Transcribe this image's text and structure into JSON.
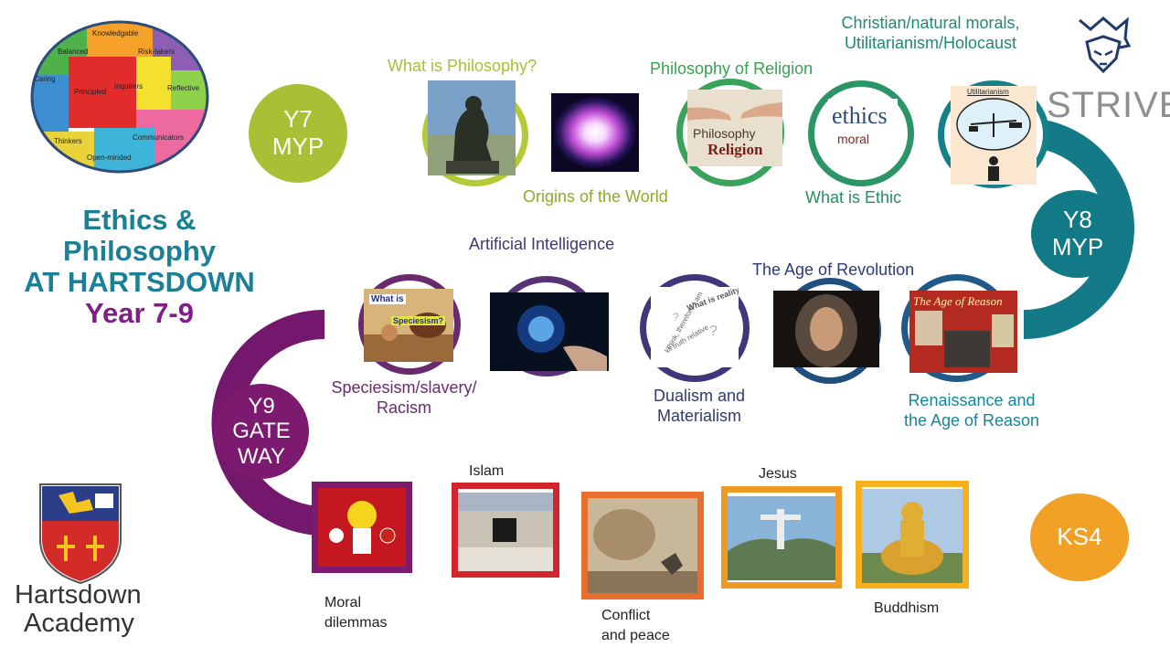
{
  "title": {
    "line1": "Ethics &",
    "line2": "Philosophy",
    "line3": "AT HARTSDOWN",
    "line4": "Year 7-9"
  },
  "stages": {
    "y7": {
      "line1": "Y7",
      "line2": "MYP"
    },
    "y8": {
      "line1": "Y8",
      "line2": "MYP"
    },
    "y9": {
      "line1": "Y9",
      "line2": "GATE",
      "line3": "WAY"
    },
    "ks4": {
      "line1": "KS4"
    }
  },
  "topics": {
    "philosophy": "What is Philosophy?",
    "origins": "Origins of the World",
    "religion": "Philosophy of Religion",
    "ethic": "What is Ethic",
    "morals_line1": "Christian/natural morals,",
    "morals_line2": "Utilitarianism/Holocaust",
    "ai": "Artificial Intelligence",
    "revolution": "The Age of Revolution",
    "renaissance_line1": "Renaissance and",
    "renaissance_line2": "the Age of Reason",
    "dualism_line1": "Dualism and",
    "dualism_line2": "Materialism",
    "speciesism_line1": "Speciesism/slavery/",
    "speciesism_line2": "Racism",
    "moral_line1": "Moral",
    "moral_line2": "dilemmas",
    "islam": "Islam",
    "conflict_line1": "Conflict",
    "conflict_line2": "and peace",
    "jesus": "Jesus",
    "buddhism": "Buddhism"
  },
  "image_text": {
    "philosophy_religion_line1": "Philosophy",
    "philosophy_religion_line2": "Religion",
    "ethics_word": "ethics",
    "ethics_small": "moral",
    "utilitarianism": "Utilitarianism",
    "speciesism_line1": "What is",
    "speciesism_line2": "Speciesism?",
    "age_of_reason": "The Age of Reason",
    "quotes_line1": "What is reality",
    "quotes_line2": "I think, therefore I am",
    "quotes_line3": "is truth relative"
  },
  "puzzle": {
    "pieces": [
      "Knowledgable",
      "Balanced",
      "Risk-takers",
      "Caring",
      "Principled",
      "Inquirers",
      "Reflective",
      "Thinkers",
      "Communicators",
      "Open-minded"
    ]
  },
  "branding": {
    "strive": "STRIVE",
    "academy_line1": "Hartsdown",
    "academy_line2": "Academy"
  },
  "colors": {
    "green_light": "#a8c035",
    "green": "#3aa35b",
    "teal": "#127a86",
    "purple": "#6b2a70",
    "purple_dark": "#7b1a6e",
    "red": "#d5312b",
    "orange": "#ee8a2a",
    "yellow": "#f5b21c"
  }
}
